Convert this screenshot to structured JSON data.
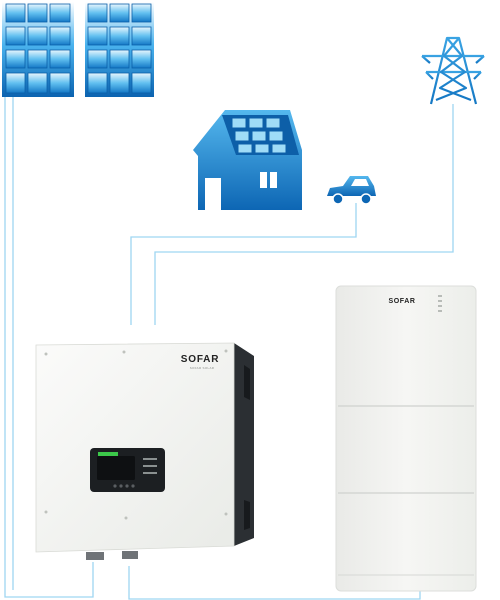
{
  "inverter": {
    "brand": "SOFAR",
    "tagline": "SOFAR SOLAR"
  },
  "battery": {
    "brand": "SOFAR"
  },
  "colors": {
    "accent": "#1f7fc4",
    "accent_light": "#4ab3ee",
    "accent_dark": "#0a5aa3",
    "wire": "#9fd6f2",
    "inverter_body": "#f4f5f2",
    "inverter_side": "#2b2f33",
    "battery_body": "#f1f2f0",
    "brand_red": "#e0342b"
  },
  "icons": [
    "solar-panel-icon",
    "transmission-tower-icon",
    "house-icon",
    "car-icon",
    "inverter-icon",
    "battery-icon"
  ]
}
